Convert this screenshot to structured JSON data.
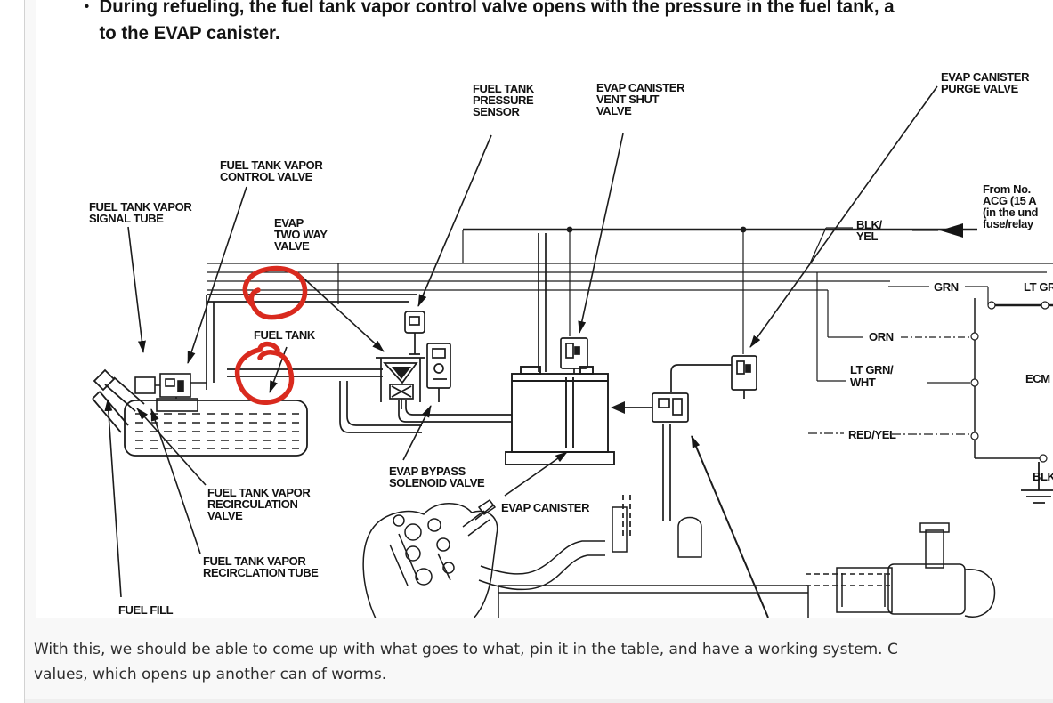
{
  "colors": {
    "annotation_red": "#d92a1e",
    "ink": "#1c1c1c",
    "post_bg": "#f8f8f8",
    "gutter_border": "#d2d2d2"
  },
  "scan": {
    "bullet": "•",
    "intro_line1": "During refueling, the fuel tank vapor control valve opens with the pressure in the fuel tank, a",
    "intro_line2": "to the EVAP canister."
  },
  "comment": {
    "line1": "With this, we should be able to come up with what goes to what, pin it in the table, and have a working system. C",
    "line2": "values, which opens up another can of worms."
  },
  "diagram": {
    "labels": {
      "pressure_sensor": [
        "FUEL TANK",
        "PRESSURE",
        "SENSOR"
      ],
      "vent_shut_valve": [
        "EVAP CANISTER",
        "VENT SHUT",
        "VALVE"
      ],
      "purge_valve": [
        "EVAP CANISTER",
        "PURGE VALVE"
      ],
      "control_valve": [
        "FUEL TANK VAPOR",
        "CONTROL VALVE"
      ],
      "signal_tube": [
        "FUEL TANK VAPOR",
        "SIGNAL TUBE"
      ],
      "two_way_valve": [
        "EVAP",
        "TWO WAY",
        "VALVE"
      ],
      "fuel_tank": "FUEL TANK",
      "fuse_note": [
        "From No.",
        "ACG (15 A",
        "(in the und",
        "fuse/relay"
      ],
      "wire_blk_yel": [
        "BLK/",
        "YEL"
      ],
      "wire_grn": "GRN",
      "wire_lt_grn_edge": "LT GRN",
      "wire_orn": "ORN",
      "wire_lt_grn_wht": [
        "LT GRN/",
        "WHT"
      ],
      "ecm": "ECM",
      "wire_red_yel": "RED/YEL",
      "wire_blk": "BLK",
      "bypass_solenoid": [
        "EVAP BYPASS",
        "SOLENOID VALVE"
      ],
      "evap_canister": "EVAP CANISTER",
      "recirculation_valve": [
        "FUEL TANK VAPOR",
        "RECIRCULATION",
        "VALVE"
      ],
      "recirclation_tube": [
        "FUEL TANK VAPOR",
        "RECIRCLATION TUBE"
      ],
      "fuel_fill": "FUEL FILL"
    }
  }
}
